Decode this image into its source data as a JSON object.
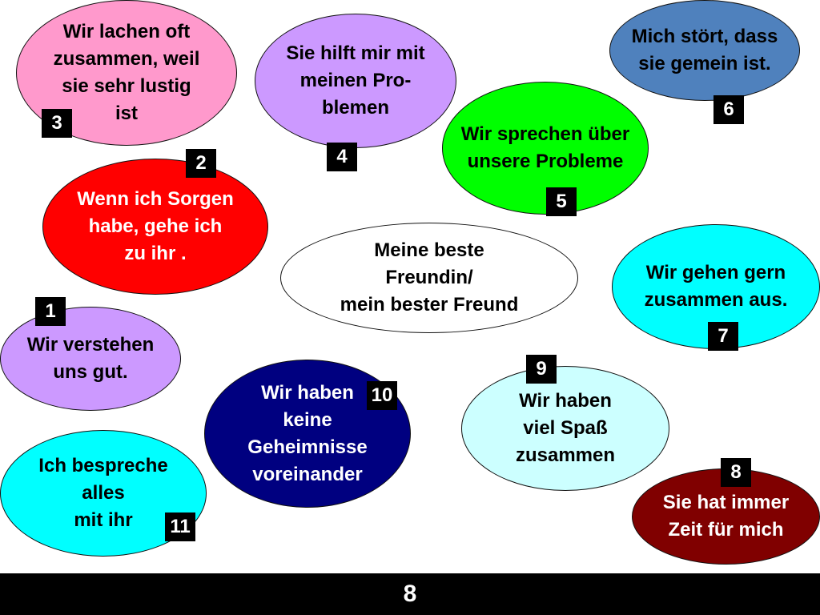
{
  "center": {
    "text": "Meine beste\nFreundin/\nmein bester Freund",
    "color": "#ffffff"
  },
  "bubbles": [
    {
      "number": "1",
      "text": "Wir verstehen\nuns gut.",
      "color": "#cc99ff"
    },
    {
      "number": "2",
      "text": "Wenn ich Sorgen\nhabe, gehe ich\nzu ihr .",
      "color": "#ff0000"
    },
    {
      "number": "3",
      "text": "Wir lachen oft\nzusammen, weil\nsie sehr lustig\nist",
      "color": "#ff99cc"
    },
    {
      "number": "4",
      "text": "Sie hilft mir mit\nmeinen Pro-\nblemen",
      "color": "#cc99ff"
    },
    {
      "number": "5",
      "text": "Wir sprechen über\nunsere Probleme",
      "color": "#00ff00"
    },
    {
      "number": "6",
      "text": "Mich stört, dass\nsie gemein ist.",
      "color": "#4f81bd"
    },
    {
      "number": "7",
      "text": "Wir gehen gern\nzusammen aus.",
      "color": "#00ffff"
    },
    {
      "number": "8",
      "text": "Sie hat immer\nZeit für mich",
      "color": "#800000"
    },
    {
      "number": "9",
      "text": "Wir haben\nviel Spaß\nzusammen",
      "color": "#ccffff"
    },
    {
      "number": "10",
      "text": "Wir haben\nkeine\nGeheimnisse\nvoreinander",
      "color": "#000080"
    },
    {
      "number": "11",
      "text": "Ich bespreche\nalles\nmit ihr",
      "color": "#00ffff"
    }
  ],
  "footer": {
    "page_number": "8"
  }
}
